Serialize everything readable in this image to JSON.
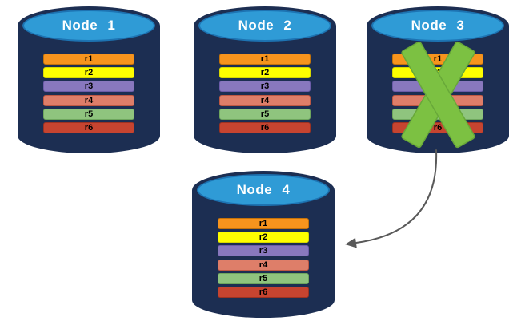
{
  "colors": {
    "cylinder_body": "#1C2E52",
    "cylinder_top_fill": "#2F9BD6",
    "cylinder_top_border": "#1D73B2",
    "node_title_text": "#FFFFFF",
    "row_label_text": "#000000",
    "failure_x_fill": "#7CC142",
    "failure_x_border": "#68A839",
    "arrow_stroke": "#595959"
  },
  "nodes": [
    {
      "title": "Node 1",
      "failed": false,
      "rows": [
        {
          "label": "r1",
          "fill": "#F7941D",
          "border": "#C4720A"
        },
        {
          "label": "r2",
          "fill": "#FEFE00",
          "border": "#D8D800"
        },
        {
          "label": "r3",
          "fill": "#8878BE",
          "border": "#6C5CA9"
        },
        {
          "label": "r4",
          "fill": "#DE7E69",
          "border": "#BE5843"
        },
        {
          "label": "r5",
          "fill": "#8FC47E",
          "border": "#6EA65D"
        },
        {
          "label": "r6",
          "fill": "#C64430",
          "border": "#9C3222"
        }
      ]
    },
    {
      "title": "Node 2",
      "failed": false,
      "rows": [
        {
          "label": "r1",
          "fill": "#F7941D",
          "border": "#C4720A"
        },
        {
          "label": "r2",
          "fill": "#FEFE00",
          "border": "#D8D800"
        },
        {
          "label": "r3",
          "fill": "#8878BE",
          "border": "#6C5CA9"
        },
        {
          "label": "r4",
          "fill": "#DE7E69",
          "border": "#BE5843"
        },
        {
          "label": "r5",
          "fill": "#8FC47E",
          "border": "#6EA65D"
        },
        {
          "label": "r6",
          "fill": "#C64430",
          "border": "#9C3222"
        }
      ]
    },
    {
      "title": "Node 3",
      "failed": true,
      "rows": [
        {
          "label": "r1",
          "fill": "#F7941D",
          "border": "#C4720A"
        },
        {
          "label": "r2",
          "fill": "#FEFE00",
          "border": "#D8D800"
        },
        {
          "label": "r3",
          "fill": "#8878BE",
          "border": "#6C5CA9"
        },
        {
          "label": "r4",
          "fill": "#DE7E69",
          "border": "#BE5843"
        },
        {
          "label": "r5",
          "fill": "#8FC47E",
          "border": "#6EA65D"
        },
        {
          "label": "r6",
          "fill": "#C64430",
          "border": "#9C3222"
        }
      ]
    },
    {
      "title": "Node 4",
      "failed": false,
      "rows": [
        {
          "label": "r1",
          "fill": "#F7941D",
          "border": "#C4720A"
        },
        {
          "label": "r2",
          "fill": "#FEFE00",
          "border": "#D8D800"
        },
        {
          "label": "r3",
          "fill": "#8878BE",
          "border": "#6C5CA9"
        },
        {
          "label": "r4",
          "fill": "#DE7E69",
          "border": "#BE5843"
        },
        {
          "label": "r5",
          "fill": "#8FC47E",
          "border": "#6EA65D"
        },
        {
          "label": "r6",
          "fill": "#C64430",
          "border": "#9C3222"
        }
      ]
    }
  ],
  "connector": {
    "from": "Node 3",
    "to": "Node 4"
  }
}
